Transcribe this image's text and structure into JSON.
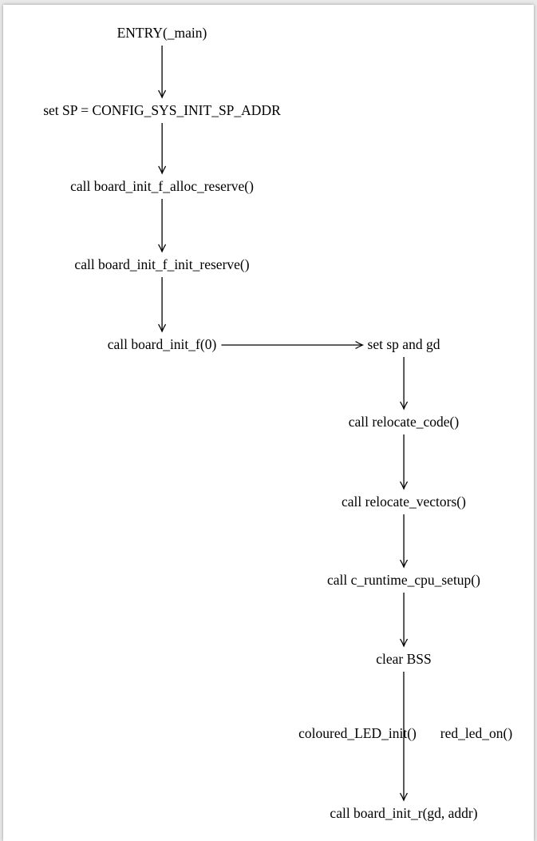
{
  "diagram": {
    "nodes": [
      {
        "id": "entry",
        "label": "ENTRY(_main)"
      },
      {
        "id": "set_sp",
        "label": "set SP = CONFIG_SYS_INIT_SP_ADDR"
      },
      {
        "id": "alloc_reserve",
        "label": "call board_init_f_alloc_reserve()"
      },
      {
        "id": "init_reserve",
        "label": "call board_init_f_init_reserve()"
      },
      {
        "id": "board_init_f",
        "label": "call board_init_f(0)"
      },
      {
        "id": "set_sp_gd",
        "label": "set sp and gd"
      },
      {
        "id": "relocate_code",
        "label": "call relocate_code()"
      },
      {
        "id": "relocate_vectors",
        "label": "call relocate_vectors()"
      },
      {
        "id": "c_runtime",
        "label": "call c_runtime_cpu_setup()"
      },
      {
        "id": "clear_bss",
        "label": "clear BSS"
      },
      {
        "id": "led_init",
        "label": "coloured_LED_init()"
      },
      {
        "id": "red_led",
        "label": "red_led_on()"
      },
      {
        "id": "board_init_r",
        "label": "call board_init_r(gd, addr)"
      }
    ],
    "edges": [
      {
        "from": "entry",
        "to": "set_sp"
      },
      {
        "from": "set_sp",
        "to": "alloc_reserve"
      },
      {
        "from": "alloc_reserve",
        "to": "init_reserve"
      },
      {
        "from": "init_reserve",
        "to": "board_init_f"
      },
      {
        "from": "board_init_f",
        "to": "set_sp_gd"
      },
      {
        "from": "set_sp_gd",
        "to": "relocate_code"
      },
      {
        "from": "relocate_code",
        "to": "relocate_vectors"
      },
      {
        "from": "relocate_vectors",
        "to": "c_runtime"
      },
      {
        "from": "c_runtime",
        "to": "clear_bss"
      },
      {
        "from": "clear_bss",
        "to": "board_init_r"
      }
    ]
  }
}
